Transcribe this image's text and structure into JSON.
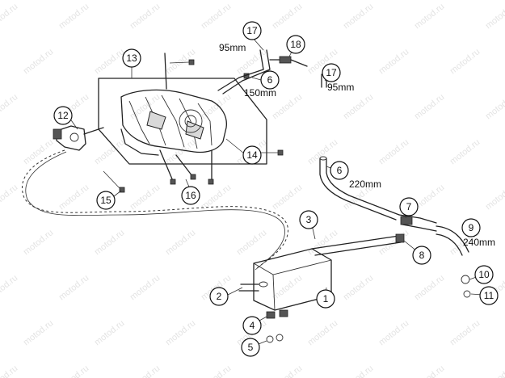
{
  "watermark": "motod.ru",
  "callouts": [
    {
      "id": "c1",
      "number": "1"
    },
    {
      "id": "c2",
      "number": "2"
    },
    {
      "id": "c3",
      "number": "3"
    },
    {
      "id": "c4",
      "number": "4"
    },
    {
      "id": "c5",
      "number": "5"
    },
    {
      "id": "c6a",
      "number": "6"
    },
    {
      "id": "c6b",
      "number": "6"
    },
    {
      "id": "c7",
      "number": "7"
    },
    {
      "id": "c8",
      "number": "8"
    },
    {
      "id": "c9",
      "number": "9"
    },
    {
      "id": "c10",
      "number": "10"
    },
    {
      "id": "c11",
      "number": "11"
    },
    {
      "id": "c12",
      "number": "12"
    },
    {
      "id": "c13",
      "number": "13"
    },
    {
      "id": "c14",
      "number": "14"
    },
    {
      "id": "c15",
      "number": "15"
    },
    {
      "id": "c16",
      "number": "16"
    },
    {
      "id": "c17a",
      "number": "17"
    },
    {
      "id": "c17b",
      "number": "17"
    },
    {
      "id": "c18",
      "number": "18"
    }
  ],
  "dimensions": {
    "hose_17_top": "95mm",
    "hose_17_right": "95mm",
    "hose_6_upper": "150mm",
    "hose_6_lower": "220mm",
    "hose_9": "240mm"
  }
}
